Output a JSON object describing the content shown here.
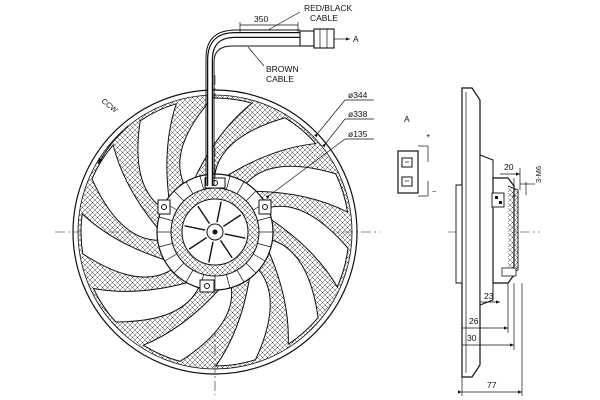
{
  "front_view": {
    "cable_labels": {
      "red_black_line1": "RED/BLACK",
      "red_black_line2": "CABLE",
      "brown_line1": "BROWN",
      "brown_line2": "CABLE"
    },
    "cable_length": "350",
    "connector_ref": "A",
    "rotation": "CCW",
    "diameters": [
      "ø344",
      "ø338",
      "ø135"
    ]
  },
  "connector_detail": {
    "title": "A",
    "plus": "+",
    "minus": "−"
  },
  "side_view": {
    "dim_20": "20",
    "dim_m6": "3-M6",
    "dim_23": "23",
    "dim_26": "26",
    "dim_30": "30",
    "dim_77": "77"
  }
}
